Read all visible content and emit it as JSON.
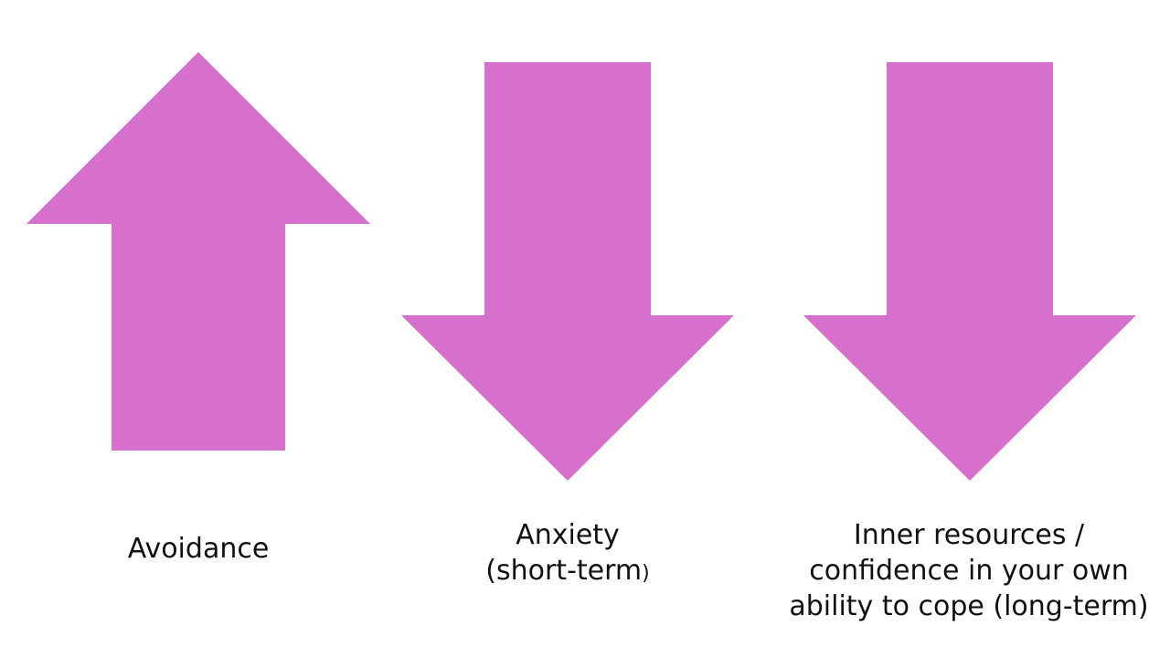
{
  "colors": {
    "arrow_fill": "#d76fcc",
    "background": "#ffffff",
    "text": "#111111"
  },
  "items": [
    {
      "direction": "up",
      "label_lines": [
        "Avoidance"
      ]
    },
    {
      "direction": "down",
      "label_lines": [
        "Anxiety",
        "(short-term"
      ],
      "label_suffix_small": ")"
    },
    {
      "direction": "down",
      "label_lines": [
        "Inner resources /",
        "confidence in your own",
        "ability to cope (long-term)"
      ]
    }
  ]
}
